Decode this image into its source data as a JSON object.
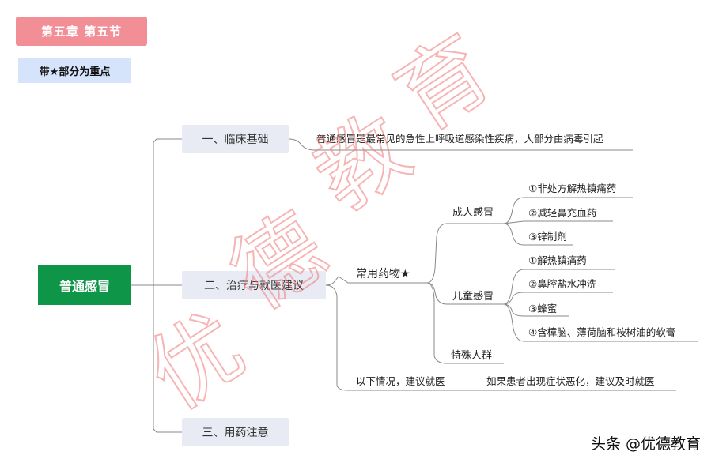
{
  "header": {
    "title": "第五章  第五节",
    "legend_note": "带★部分为重点"
  },
  "mindmap": {
    "root": "普通感冒",
    "branches": [
      {
        "label": "一、临床基础"
      },
      {
        "label": "二、治疗与就医建议"
      },
      {
        "label": "三、用药注意"
      }
    ],
    "basics_text": "普通感冒是最常见的急性上呼吸道感染性疾病，大部分由病毒引起",
    "medication": {
      "label": "常用药物★",
      "adult": {
        "label": "成人感冒",
        "items": [
          "①非处方解热镇痛药",
          "②减轻鼻充血药",
          "③锌制剂"
        ]
      },
      "child": {
        "label": "儿童感冒",
        "items": [
          "①解热镇痛药",
          "②鼻腔盐水冲洗",
          "③蜂蜜",
          "④含樟脑、薄荷脑和桉树油的软膏"
        ]
      },
      "special": {
        "label": "特殊人群"
      }
    },
    "referral": {
      "label": "以下情况，建议就医",
      "detail": "如果患者出现症状恶化，建议及时就医"
    }
  },
  "watermark": {
    "chars": [
      "优",
      "德",
      "教",
      "育"
    ],
    "color": "#ee7878"
  },
  "footer": {
    "source": "头条 @优德教育"
  }
}
